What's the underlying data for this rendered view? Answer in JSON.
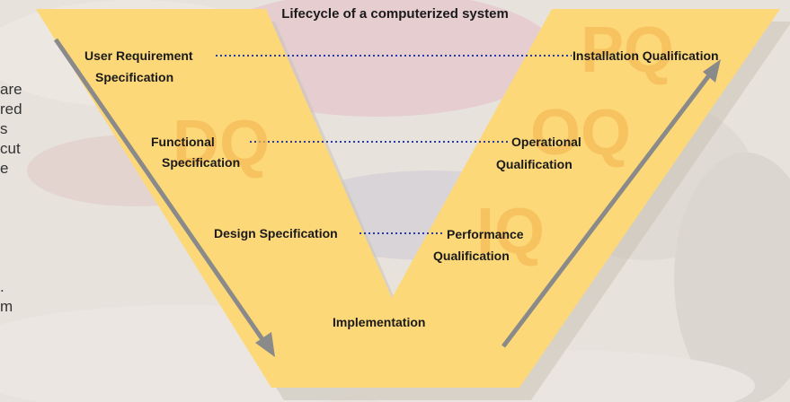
{
  "title": "Lifecycle of a computerized system",
  "left_labels": {
    "urs_line1": "User Requirement",
    "urs_line2": "Specification",
    "fs_line1": "Functional",
    "fs_line2": "Specification",
    "ds": "Design Specification"
  },
  "bottom_label": "Implementation",
  "right_labels": {
    "iq": "Installation Qualification",
    "oq_line1": "Operational",
    "oq_line2": "Qualification",
    "pq_line1": "Performance",
    "pq_line2": "Qualification"
  },
  "phase_watermarks": {
    "dq": "DQ",
    "pq": "PQ",
    "oq": "OQ",
    "iq": "IQ"
  },
  "side_text_fragments": [
    "are",
    "red",
    "s",
    "cut",
    "e",
    ".",
    "m"
  ],
  "colors": {
    "v_fill": "#fcd878",
    "v_shadow": "#c9c2b6",
    "arrow": "#8a8a8a",
    "dots": "#2a3aa6",
    "watermark": "#f6bb57"
  }
}
